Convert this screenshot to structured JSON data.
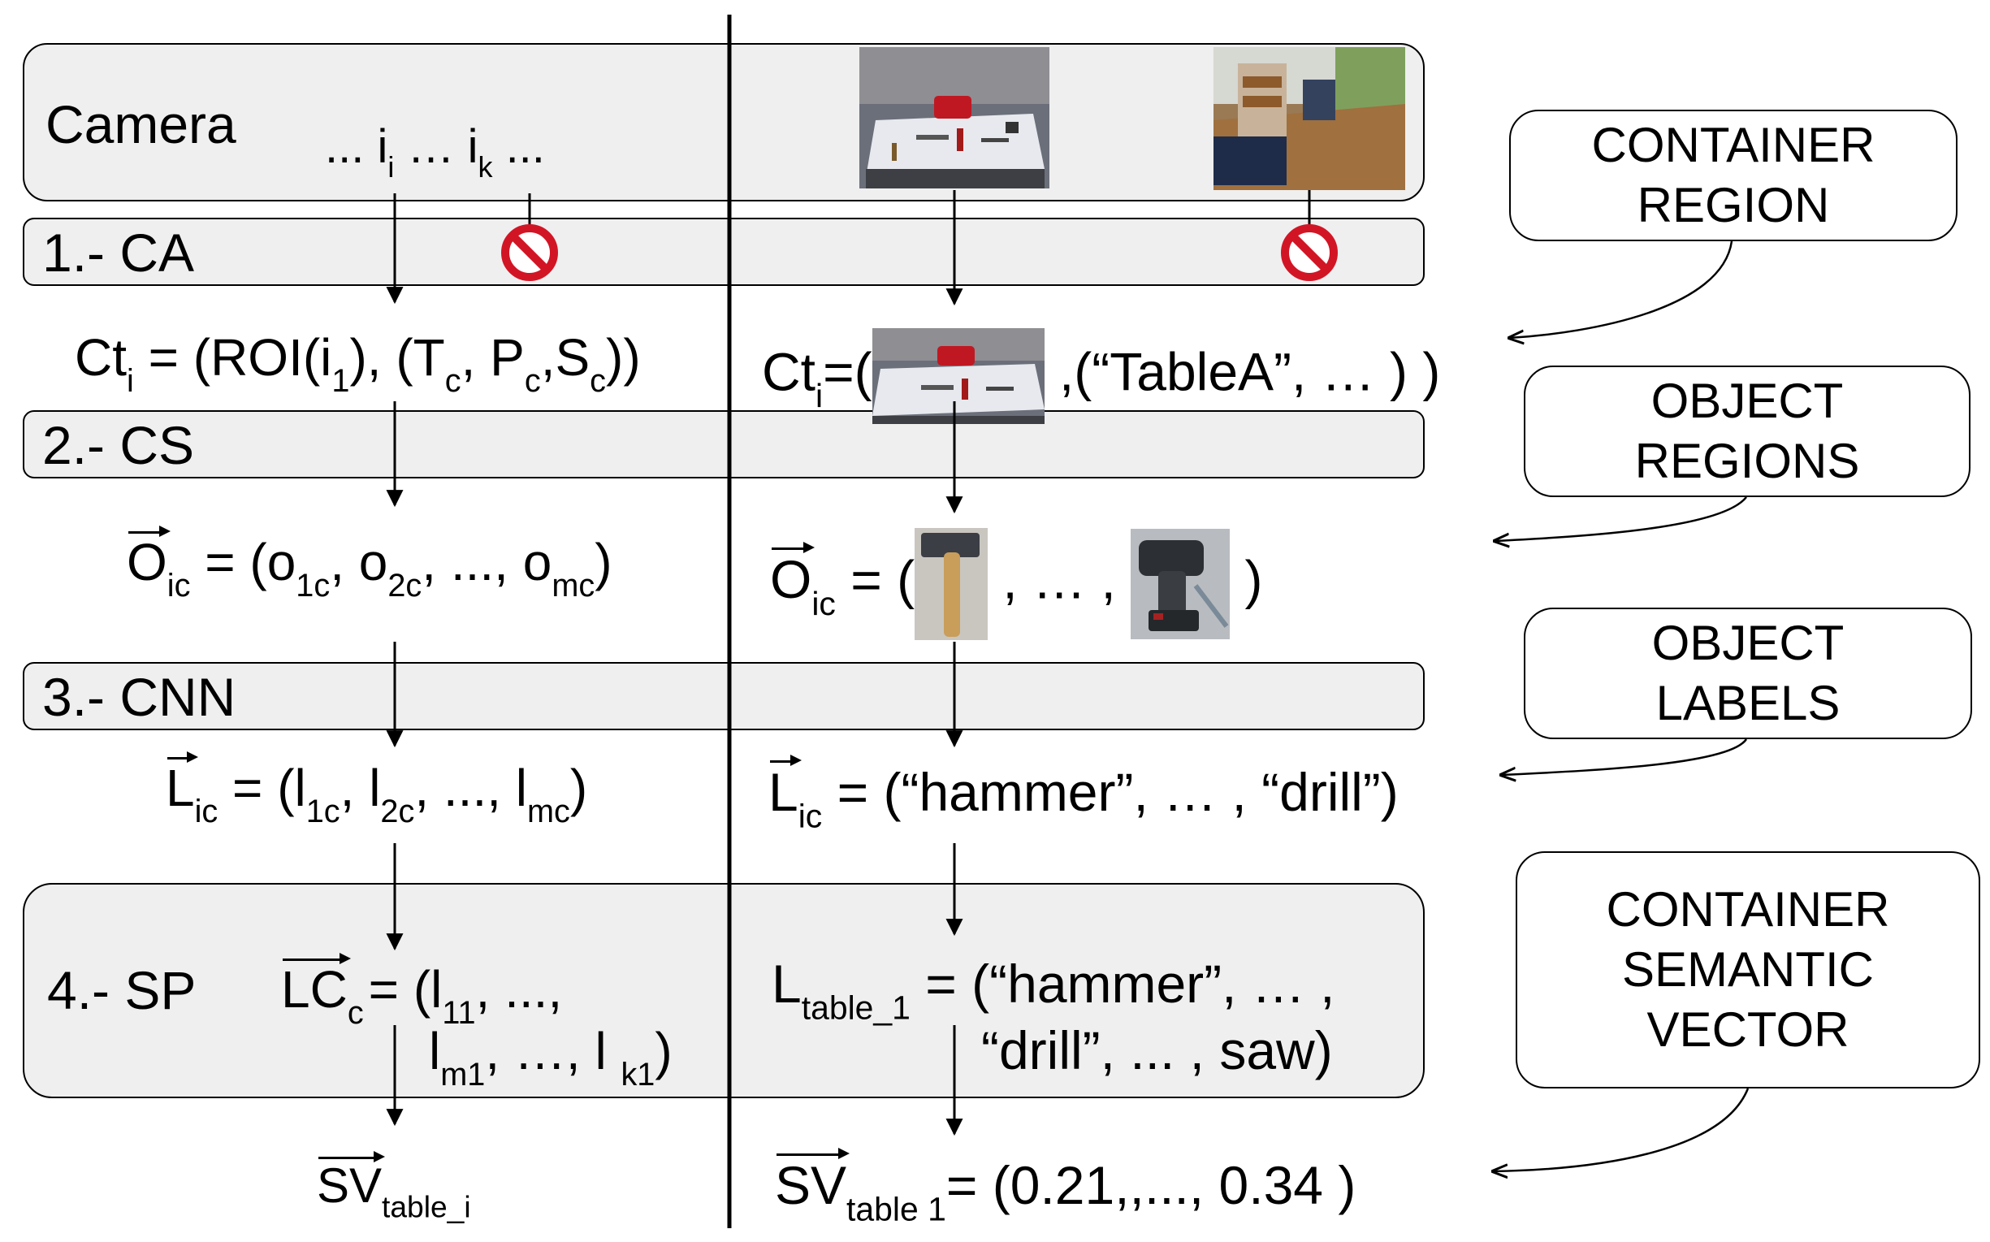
{
  "stages": {
    "camera": "Camera",
    "ca": "1.- CA",
    "cs": "2.- CS",
    "cnn": "3.- CNN",
    "sp": "4.- SP"
  },
  "left": {
    "camera_seq": {
      "a": "... i",
      "a_sub": "i",
      "b": " … i",
      "b_sub": "k",
      "c": "  ..."
    },
    "ct": {
      "pre": "Ct",
      "pre_sub": "i",
      "mid1": " = (ROI(i",
      "mid1_sub": "1",
      "mid2": "), (T",
      "mid2_sub": "c",
      "mid3": ", P",
      "mid3_sub": "c",
      "mid4": ",S",
      "mid4_sub": "c",
      "end": "))"
    },
    "o": {
      "sym": "O",
      "sym_sub": "ic",
      "eq": " = (o",
      "s1": "1c",
      "m1": ", o",
      "s2": "2c",
      "m2": ", ..., o",
      "s3": "mc",
      "end": ")"
    },
    "l": {
      "sym": "L",
      "sym_sub": "ic",
      "eq": " = (l",
      "s1": "1c",
      "m1": ", l",
      "s2": "2c",
      "m2": ", ..., l",
      "s3": "mc",
      "end": ")"
    },
    "lc": {
      "sym": "LC",
      "sym_sub": "c",
      "line1": "= (l",
      "s1": "11",
      "l1end": ", ...,",
      "line2": "l",
      "s2": "m1",
      "l2mid": ", …, l ",
      "s3": "k1",
      "l2end": ")"
    },
    "sv": {
      "sym": "SV",
      "sym_sub": "table_i"
    }
  },
  "right": {
    "ct": {
      "pre": "Ct",
      "pre_sub": "i",
      "open": "=(",
      "end": " ,(“TableA”, … ) )"
    },
    "o": {
      "sym": "O",
      "sym_sub": "ic",
      "open": " = (",
      "mid": " , … , ",
      "end": " )"
    },
    "l": {
      "sym": "L",
      "sym_sub": "ic",
      "text": " = (“hammer”, … , “drill”)"
    },
    "lt": {
      "sym": "L",
      "sym_sub": "table_1",
      "line1": " = (“hammer”, … ,",
      "line2": "“drill”, ... , saw)"
    },
    "sv": {
      "sym": "SV",
      "sym_sub": "table  1",
      "text": "= (0.21,,..., 0.34 )"
    }
  },
  "callouts": {
    "container_region": "CONTAINER\nREGION",
    "object_regions": "OBJECT\nREGIONS",
    "object_labels": "OBJECT\nLABELS",
    "semantic_vector": "CONTAINER\nSEMANTIC\nVECTOR"
  },
  "icons": {
    "blocked": "no-entry-icon"
  }
}
